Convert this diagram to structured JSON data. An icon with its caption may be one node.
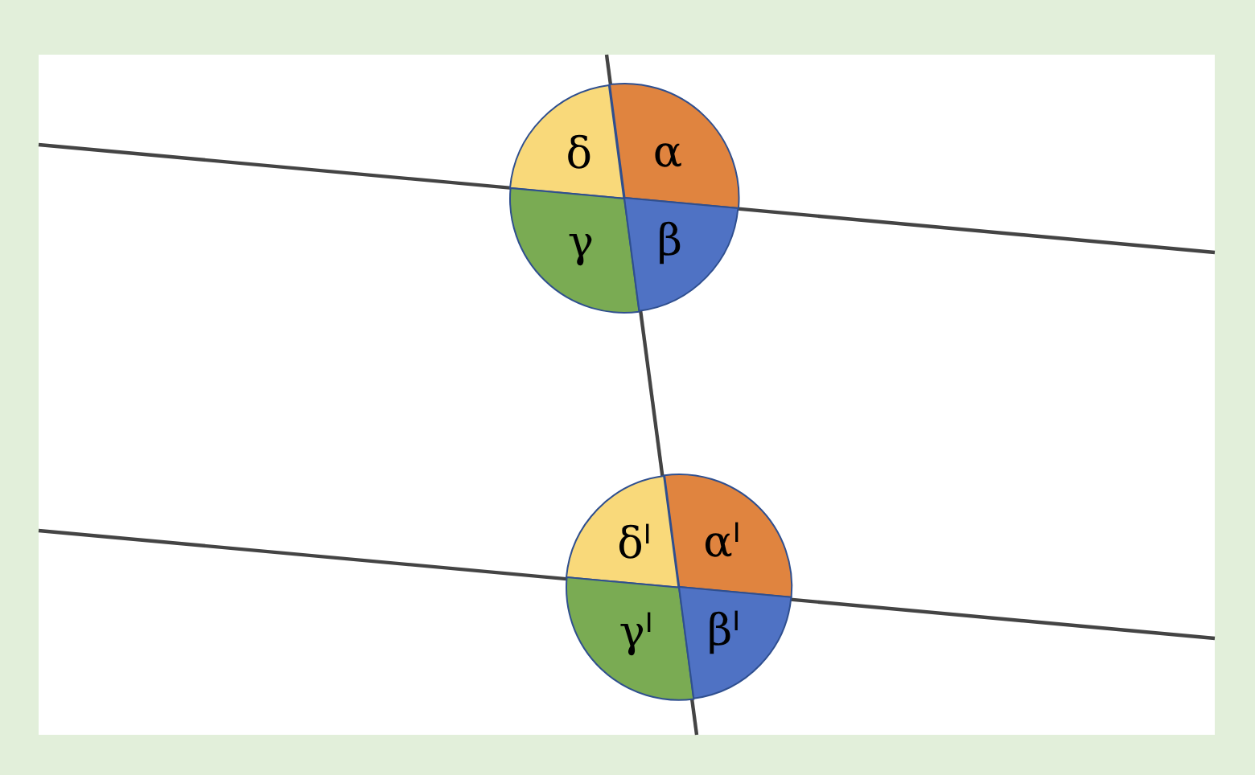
{
  "diagram": {
    "nodes": [
      {
        "text": [
          "δ"
        ]
      },
      {
        "text": [
          "α"
        ]
      },
      {
        "text": [
          "γ"
        ]
      },
      {
        "text": [
          "β"
        ]
      },
      {
        "text": [
          "δ$^{I}$"
        ]
      },
      {
        "text": [
          "α$^{I}$"
        ]
      },
      {
        "text": [
          "γ$^{I}$"
        ]
      },
      {
        "text": [
          "β$^{I}$"
        ]
      }
    ]
  }
}
